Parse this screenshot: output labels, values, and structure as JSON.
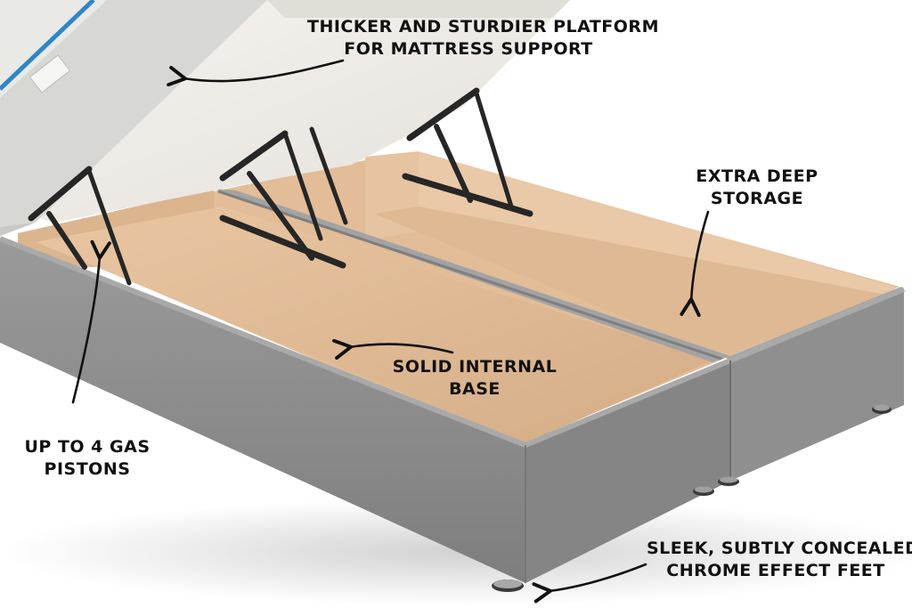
{
  "image": {
    "description": "Product photo of a grey fabric ottoman divan bed base with its lid lifted on gas-strut hinges, revealing internal storage, with hand-drawn annotation callouts.",
    "colors": {
      "background": "#ffffff",
      "fabric": "#8d8d8d",
      "fabric_dark": "#6e6e6e",
      "interior_wood": "#e3bf9a",
      "interior_floor": "#d9b48e",
      "lid_underside": "#f1efec",
      "mattress": "#e8e8e6",
      "mattress_stripe": "#2f86c6",
      "hardware": "#2a2a2a",
      "chrome": "#9a9a9a",
      "annotation": "#111111"
    }
  },
  "callouts": {
    "platform": {
      "line1": "THICKER AND STURDIER PLATFORM",
      "line2": "FOR MATTRESS SUPPORT"
    },
    "storage": {
      "line1": "EXTRA DEEP",
      "line2": "STORAGE"
    },
    "base": {
      "line1": "SOLID INTERNAL",
      "line2": "BASE"
    },
    "pistons": {
      "line1": "UP TO 4 GAS",
      "line2": "PISTONS"
    },
    "feet": {
      "line1": "SLEEK, SUBTLY CONCEALED",
      "line2": "CHROME EFFECT FEET"
    }
  }
}
